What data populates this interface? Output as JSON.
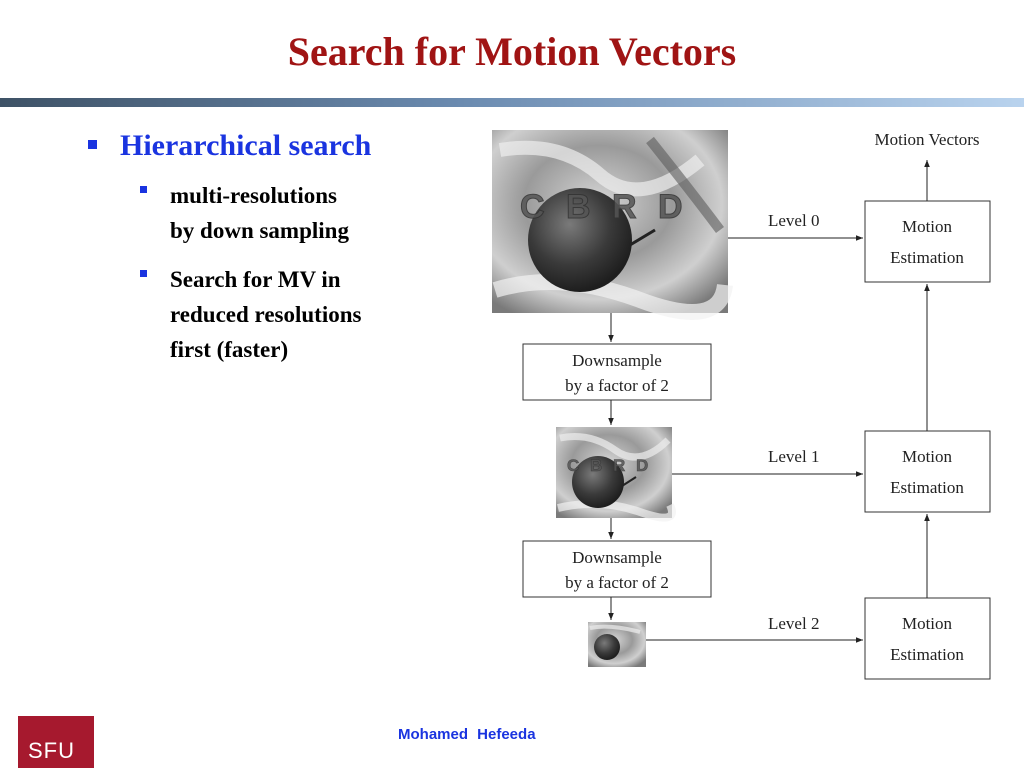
{
  "slide": {
    "title": "Search for Motion Vectors",
    "bullet_main": "Hierarchical search",
    "sub_bullets": [
      {
        "lines": [
          "multi-resolutions",
          "by down sampling"
        ]
      },
      {
        "lines": [
          "Search for MV in",
          "reduced resolutions",
          "first (faster)"
        ]
      }
    ]
  },
  "diagram": {
    "output_label": "Motion Vectors",
    "levels": [
      {
        "label": "Level 0",
        "box_line1": "Motion",
        "box_line2": "Estimation",
        "image_text": "C B R D"
      },
      {
        "label": "Level 1",
        "box_line1": "Motion",
        "box_line2": "Estimation",
        "image_text": "C B R D"
      },
      {
        "label": "Level 2",
        "box_line1": "Motion",
        "box_line2": "Estimation",
        "image_text": ""
      }
    ],
    "downsample": [
      {
        "line1": "Downsample",
        "line2": "by a factor of 2"
      },
      {
        "line1": "Downsample",
        "line2": "by a factor of 2"
      }
    ]
  },
  "footer": {
    "author": "Mohamed  Hefeeda",
    "logo_text": "SFU"
  },
  "colors": {
    "title": "#a01414",
    "bullet": "#1a34e0",
    "logo_bg": "#a6192e"
  }
}
